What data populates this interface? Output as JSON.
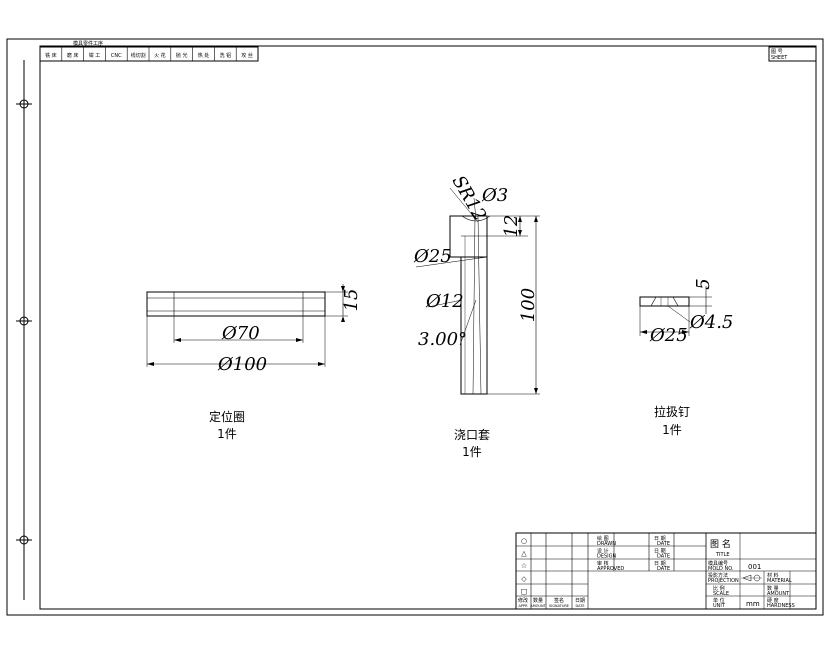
{
  "process_bar": {
    "caption": "模具零件工序",
    "cells": [
      "铣 床",
      "磨 床",
      "钳 工",
      "CNC",
      "线切割",
      "火 花",
      "抛 光",
      "热 处",
      "洗 铝",
      "攻 丝"
    ]
  },
  "sheet_no": {
    "cn": "图 号",
    "en": "SHEET"
  },
  "parts": [
    {
      "name": "定位圈",
      "qty": "1件",
      "dims": [
        "Ø70",
        "Ø100",
        "15"
      ]
    },
    {
      "name": "浇口套",
      "qty": "1件",
      "dims": [
        "SR12",
        "Ø3",
        "12",
        "Ø25",
        "Ø12",
        "3.00°",
        "100"
      ]
    },
    {
      "name": "拉扱钉",
      "qty": "1件",
      "dims": [
        "5",
        "Ø25",
        "Ø4.5"
      ]
    }
  ],
  "title_block": {
    "rev_symbols": [
      "○",
      "△",
      "☆",
      "◇",
      "□"
    ],
    "rev_headers": [
      "修改",
      "数量",
      "签名",
      "日期"
    ],
    "rev_headers_en": [
      "APPR",
      "AMOUNT",
      "SIGNATURE",
      "DATE"
    ],
    "rows": [
      {
        "cn": "绘 图",
        "en": "DRAWN",
        "cn2": "日 期",
        "en2": "DATE"
      },
      {
        "cn": "设 计",
        "en": "DESIGN",
        "cn2": "日 期",
        "en2": "DATE"
      },
      {
        "cn": "审 核",
        "en": "APPROVED",
        "cn2": "日 期",
        "en2": "DATE"
      }
    ],
    "title_cn": "图 名",
    "title_en": "TITLE",
    "mold_no_cn": "模具编号",
    "mold_no_en": "MOLD NO.",
    "mold_no_value": "001",
    "proj_cn": "投影方法",
    "proj_en": "PROJECTION",
    "material_cn": "材 料",
    "material_en": "MATERIAL",
    "scale_cn": "比 例",
    "scale_en": "SCALE",
    "qty_cn": "数 量",
    "qty_en": "AMOUNT",
    "unit_cn": "单 位",
    "unit_en": "UNIT",
    "unit_value": "mm",
    "hardness_cn": "硬 度",
    "hardness_en": "HARDNESS"
  }
}
